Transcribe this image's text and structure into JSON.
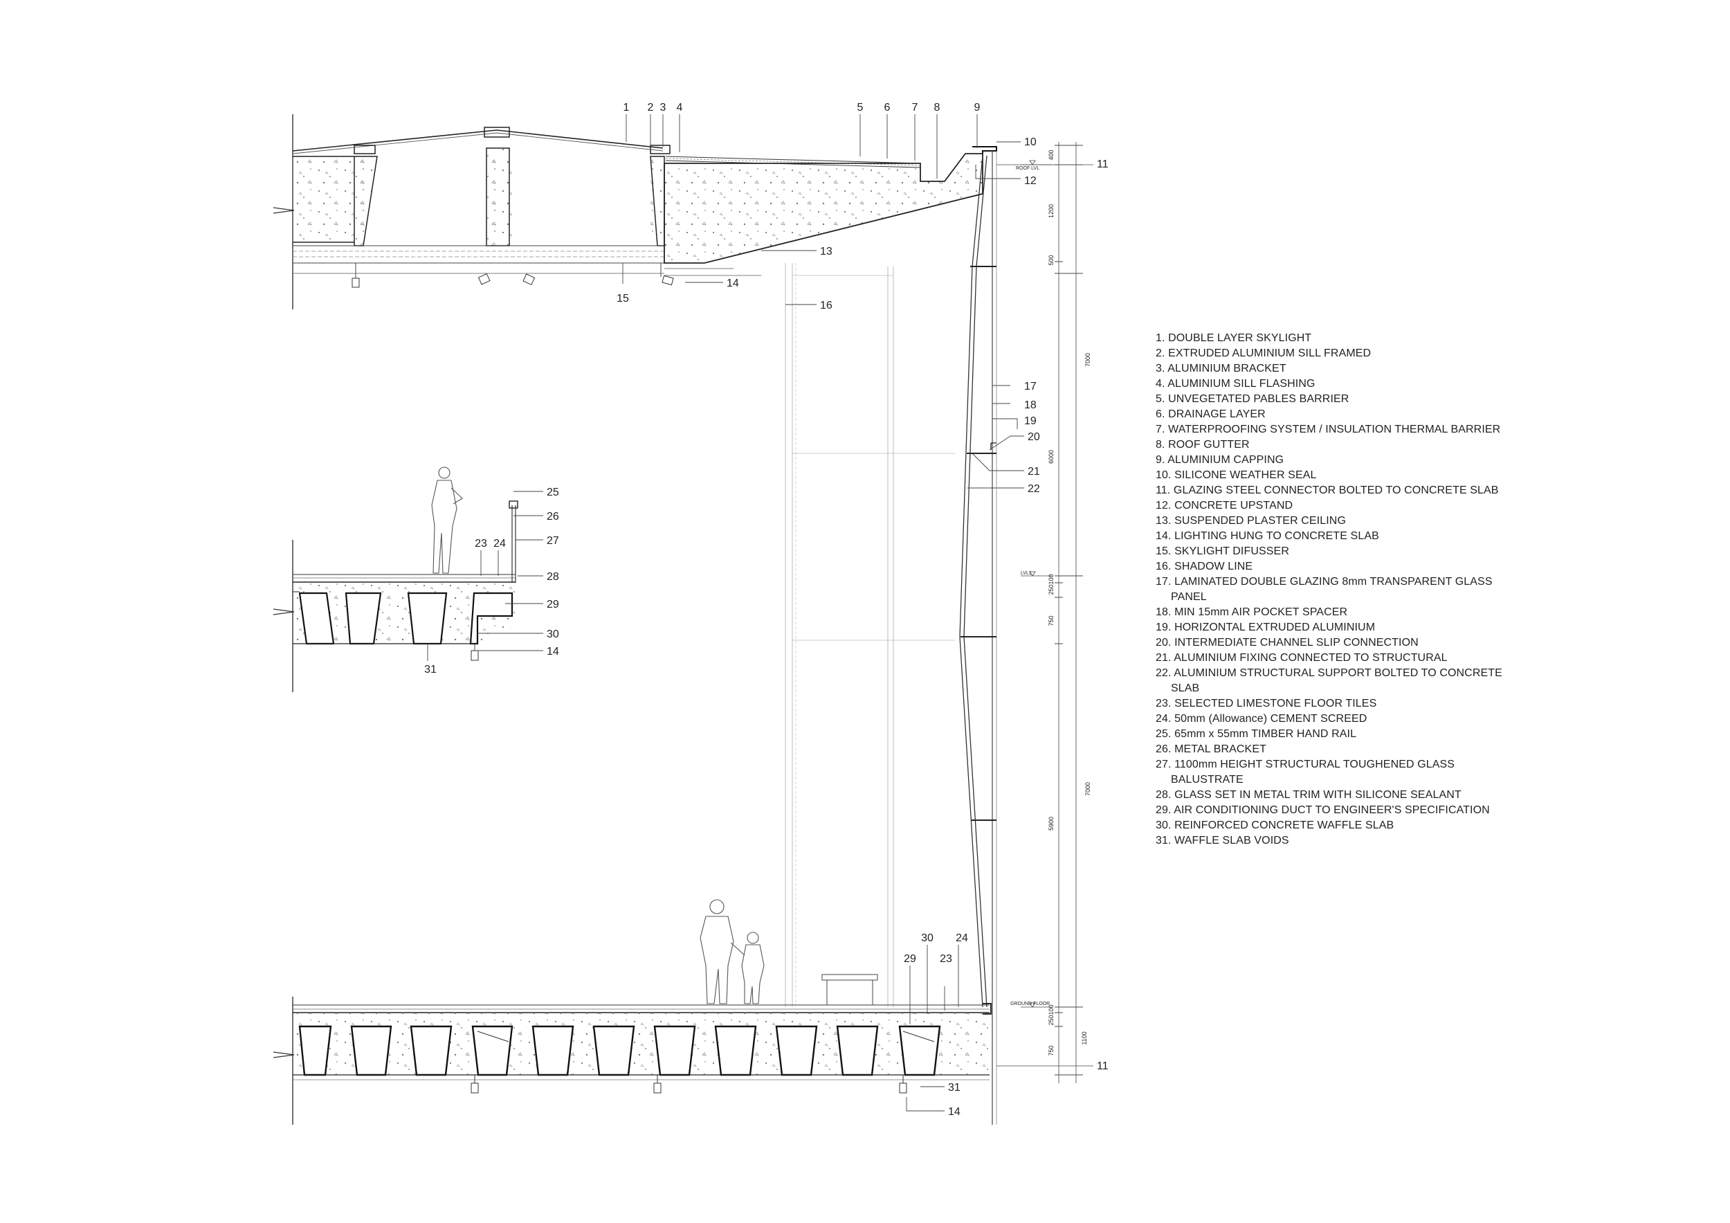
{
  "callouts": {
    "c1": "1",
    "c2": "2",
    "c3": "3",
    "c4": "4",
    "c5": "5",
    "c6": "6",
    "c7": "7",
    "c8": "8",
    "c9": "9",
    "c10": "10",
    "c11_top": "11",
    "c12": "12",
    "c13": "13",
    "c14_roof": "14",
    "c15": "15",
    "c16": "16",
    "c17": "17",
    "c18": "18",
    "c19": "19",
    "c20": "20",
    "c21": "21",
    "c22": "22",
    "c25": "25",
    "c26": "26",
    "c27": "27",
    "c23_mid": "23",
    "c24_mid": "24",
    "c28": "28",
    "c29_mid": "29",
    "c30_mid": "30",
    "c14_mid": "14",
    "c31_mid": "31",
    "c30_gnd": "30",
    "c24_gnd": "24",
    "c29_gnd": "29",
    "c23_gnd": "23",
    "c11_gnd": "11",
    "c31_gnd": "31",
    "c14_gnd": "14"
  },
  "dimensions": {
    "d400": "400",
    "d1200": "1200",
    "d500": "500",
    "d7000_upper": "7000",
    "d6000": "6000",
    "d250_upper": "250",
    "d100_upper": "100",
    "d750_upper": "750",
    "d7000_lower": "7000",
    "d5900": "5900",
    "d250_lower": "250",
    "d100_lower": "100",
    "d750_lower": "750",
    "d1100": "1100"
  },
  "levels": {
    "roof": "ROOF LVL",
    "first": "LVL1",
    "ground": "GROUND FLOOR"
  },
  "legend": [
    "1. DOUBLE LAYER SKYLIGHT",
    "2. EXTRUDED ALUMINIUM SILL FRAMED",
    "3. ALUMINIUM BRACKET",
    "4. ALUMINIUM SILL FLASHING",
    "5. UNVEGETATED PABLES BARRIER",
    "6. DRAINAGE LAYER",
    "7. WATERPROOFING SYSTEM / INSULATION THERMAL BARRIER",
    "8. ROOF GUTTER",
    "9. ALUMINIUM CAPPING",
    "10. SILICONE WEATHER SEAL",
    "11. GLAZING STEEL CONNECTOR BOLTED TO CONCRETE SLAB",
    "12. CONCRETE UPSTAND",
    "13. SUSPENDED PLASTER CEILING",
    "14. LIGHTING HUNG TO CONCRETE SLAB",
    "15. SKYLIGHT DIFUSSER",
    "16. SHADOW LINE",
    "17. LAMINATED DOUBLE GLAZING 8mm TRANSPARENT GLASS PANEL",
    "18. MIN 15mm AIR POCKET SPACER",
    "19. HORIZONTAL EXTRUDED ALUMINIUM",
    "20. INTERMEDIATE CHANNEL SLIP CONNECTION",
    "21. ALUMINIUM FIXING CONNECTED TO STRUCTURAL",
    "22. ALUMINIUM STRUCTURAL SUPPORT BOLTED TO CONCRETE SLAB",
    "23. SELECTED LIMESTONE FLOOR TILES",
    "24. 50mm (Allowance) CEMENT SCREED",
    "25. 65mm x 55mm TIMBER HAND RAIL",
    "26. METAL BRACKET",
    "27. 1100mm HEIGHT STRUCTURAL TOUGHENED GLASS BALUSTRATE",
    "28. GLASS SET IN METAL TRIM WITH SILICONE SEALANT",
    "29. AIR CONDITIONING DUCT TO ENGINEER'S SPECIFICATION",
    "30. REINFORCED CONCRETE WAFFLE SLAB",
    "31. WAFFLE SLAB VOIDS"
  ]
}
